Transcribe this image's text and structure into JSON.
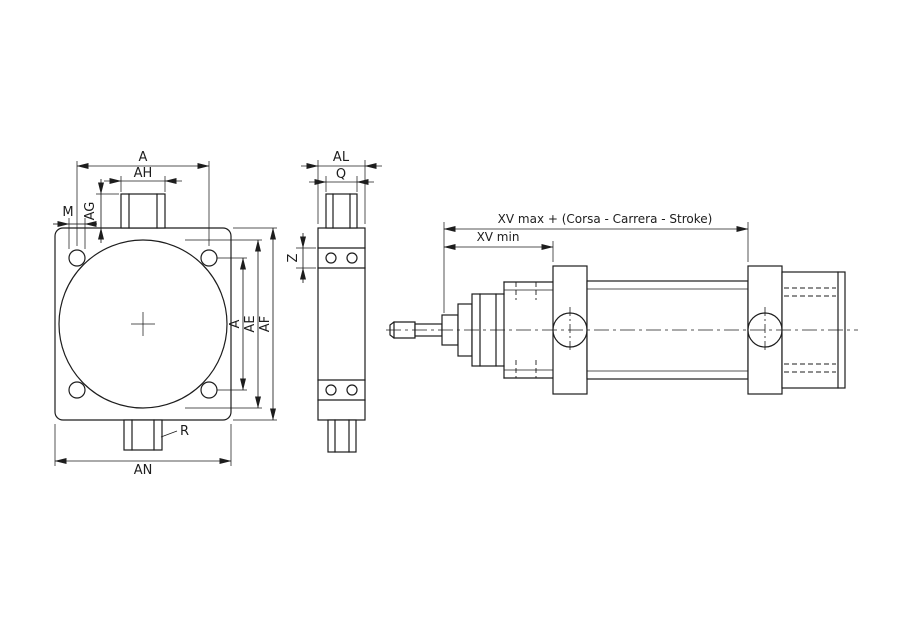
{
  "colors": {
    "line": "#1d1d1d",
    "background": "#ffffff"
  },
  "front_view": {
    "dims": {
      "a_top": "A",
      "ah": "AH",
      "ag": "AG",
      "m": "M",
      "a_right": "A",
      "ae": "AE",
      "af": "AF",
      "an": "AN",
      "r": "R"
    }
  },
  "side_view": {
    "dims": {
      "al": "AL",
      "q": "Q",
      "z": "Z"
    }
  },
  "assembly_view": {
    "dims": {
      "xv_max": "XV max + (Corsa - Carrera - Stroke)",
      "xv_min": "XV min"
    }
  }
}
